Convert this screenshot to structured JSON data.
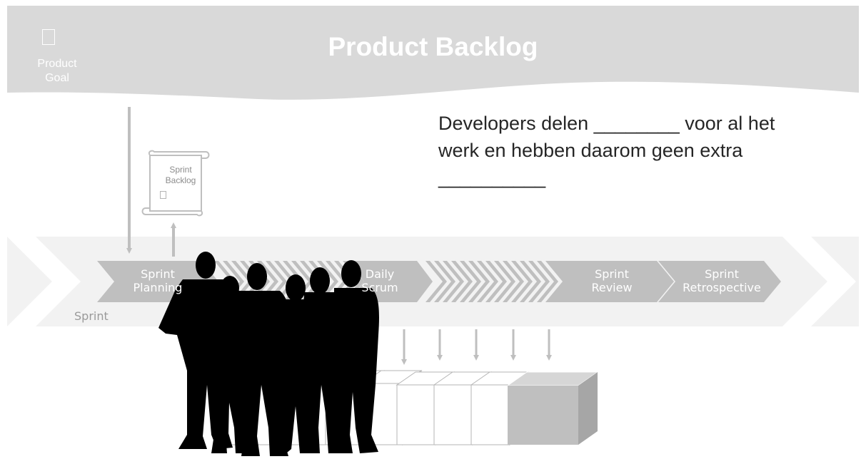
{
  "backlog": {
    "title": "Product Backlog"
  },
  "product_goal": {
    "line1": "Product",
    "line2": "Goal",
    "icon": "document-icon"
  },
  "question": {
    "line1": "Developers delen ________ voor al het",
    "line2": "werk en hebben daarom geen extra",
    "line3": "__________"
  },
  "sprint_backlog": {
    "line1": "Sprint",
    "line2": "Backlog",
    "icon": "document-icon"
  },
  "events": {
    "planning": {
      "line1": "Sprint",
      "line2": "Planning"
    },
    "daily": {
      "line1": "Daily",
      "line2": "Scrum"
    },
    "review": {
      "line1": "Sprint",
      "line2": "Review"
    },
    "retro": {
      "line1": "Sprint",
      "line2": "Retrospective"
    }
  },
  "sprint": {
    "label": "Sprint"
  },
  "illustration": {
    "people_icon": "people-silhouette-icon",
    "increment_icon": "cube-icon"
  },
  "colors": {
    "banner": "#d9d9d9",
    "chevron": "#bfbfbf",
    "band": "#f2f2f2",
    "silhouette": "#000000",
    "cube": "#bfbfbf"
  }
}
